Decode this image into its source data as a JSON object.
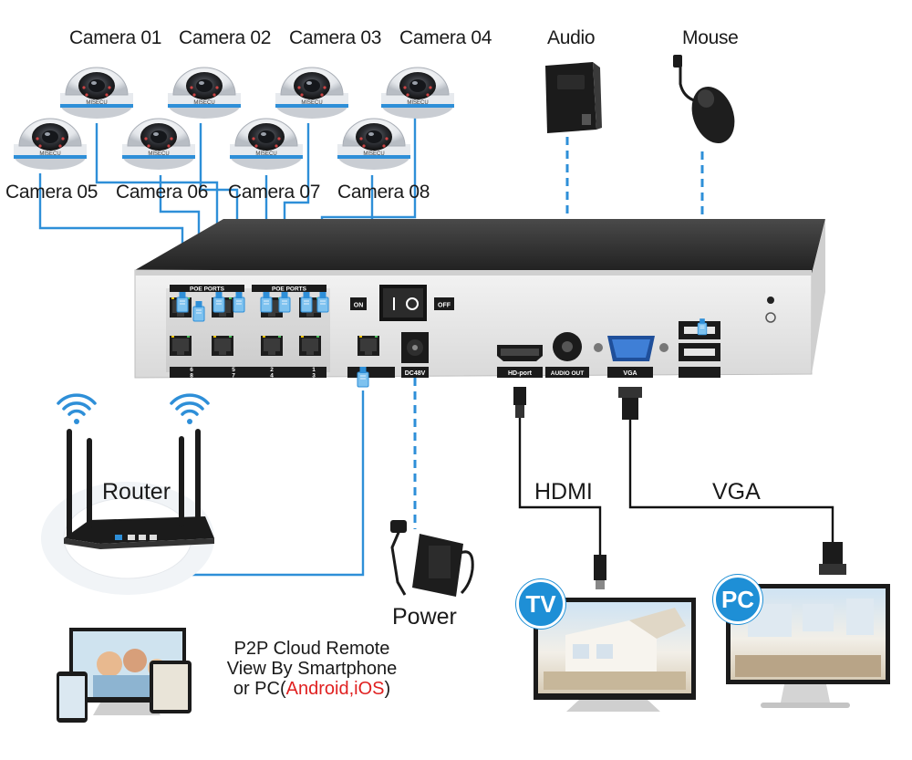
{
  "cameras": [
    {
      "label": "Camera 01"
    },
    {
      "label": "Camera 02"
    },
    {
      "label": "Camera 03"
    },
    {
      "label": "Camera 04"
    },
    {
      "label": "Camera 05"
    },
    {
      "label": "Camera 06"
    },
    {
      "label": "Camera 07"
    },
    {
      "label": "Camera 08"
    }
  ],
  "camera_brand": "MISECU",
  "devices": {
    "audio": "Audio",
    "mouse": "Mouse",
    "router": "Router",
    "power": "Power",
    "hdmi": "HDMI",
    "vga": "VGA",
    "tv": "TV",
    "pc": "PC"
  },
  "nvr_panel": {
    "poe_ports": "POE PORTS",
    "switch_on": "ON",
    "switch_off": "OFF",
    "dc": "DC48V",
    "hd_port": "HD-port",
    "audio_out": "AUDIO OUT",
    "vga": "VGA",
    "port_numbers_top": [
      "6",
      "5",
      "2",
      "1"
    ],
    "port_numbers_bottom": [
      "8",
      "7",
      "4",
      "3"
    ]
  },
  "p2p": {
    "line1": "P2P Cloud Remote",
    "line2": "View By Smartphone",
    "line3_prefix": "or PC(",
    "line3_os": "Android,iOS",
    "line3_suffix": ")"
  },
  "colors": {
    "cable_blue": "#2e8fd8",
    "badge_blue": "#1e8fd6",
    "nvr_body": "#2c2c2c",
    "nvr_front": "#e8e8e8",
    "os_red": "#e02020"
  }
}
